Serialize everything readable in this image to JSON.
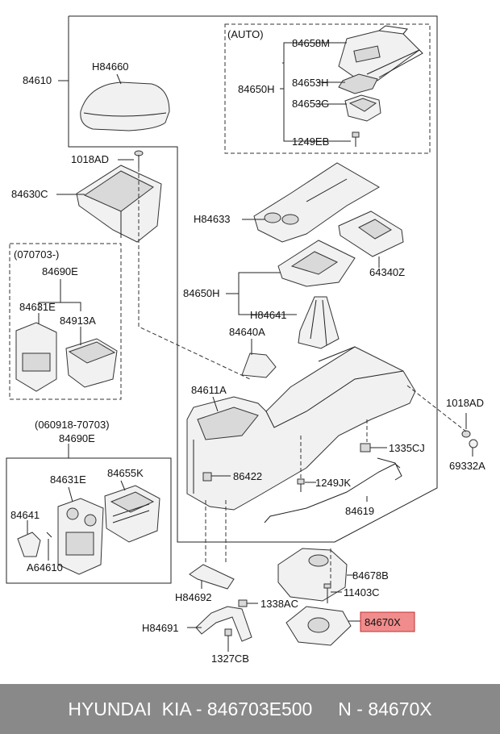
{
  "labels": {
    "auto_group": "(AUTO)",
    "p84658M": "84658M",
    "p84650H_top": "84650H",
    "p84653H": "84653H",
    "p84653G": "84653G",
    "p1249EB": "1249EB",
    "p84610": "84610",
    "pH84660": "H84660",
    "p1018AD_left": "1018AD",
    "p84630C": "84630C",
    "pH84633": "H84633",
    "p64340Z": "64340Z",
    "p84650H_mid": "84650H",
    "pH84641": "H84641",
    "grp_070703": "(070703-)",
    "p84690E_a": "84690E",
    "p84631E_a": "84631E",
    "p84913A": "84913A",
    "p84640A": "84640A",
    "p84611A": "84611A",
    "p1018AD_right": "1018AD",
    "p1335CJ": "1335CJ",
    "p69332A": "69332A",
    "grp_060918": "(060918-70703)",
    "p84690E_b": "84690E",
    "p84631E_b": "84631E",
    "p84655K": "84655K",
    "p84641": "84641",
    "pA64610": "A64610",
    "p86422": "86422",
    "p1249JK": "1249JK",
    "p84619": "84619",
    "p84678B": "84678B",
    "pH84692": "H84692",
    "p11403C": "11403C",
    "p1338AC": "1338AC",
    "pH84691": "H84691",
    "p84670X": "84670X",
    "p1327CB": "1327CB"
  },
  "colors": {
    "highlight_fill": "#f08c8c",
    "highlight_border": "#c03030",
    "footer_bg": "#898989",
    "footer_text": "#ffffff"
  },
  "footer": {
    "text": "HYUNDAI  KIA - 846703E500     N - 84670X"
  }
}
